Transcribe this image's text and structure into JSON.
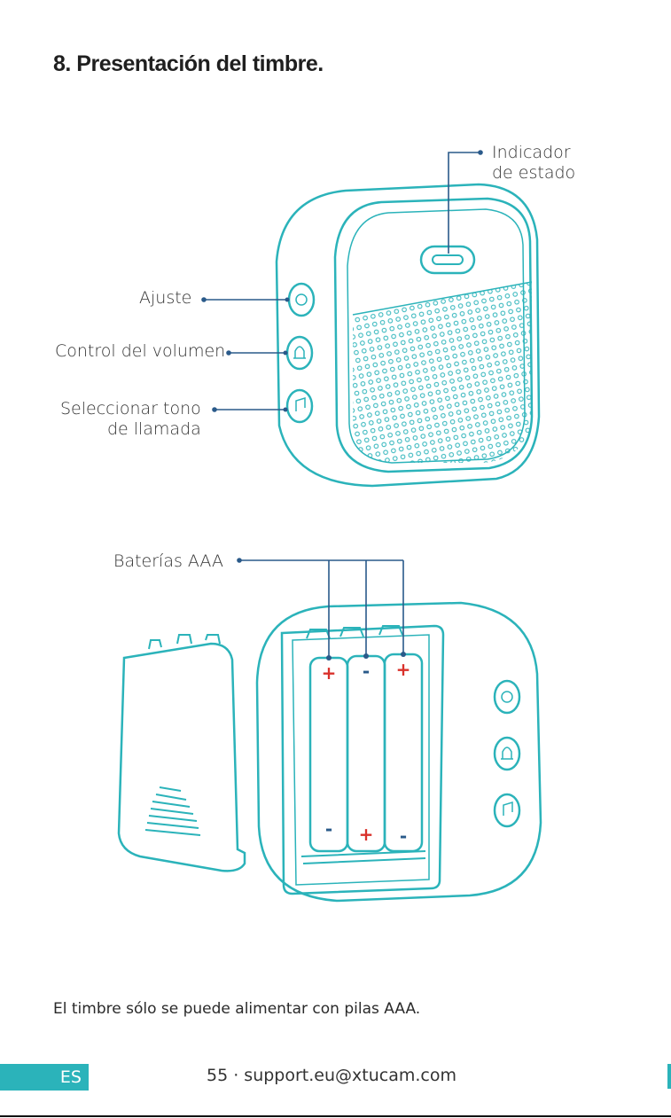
{
  "heading": "8. Presentación del timbre.",
  "callouts": {
    "status_indicator_line1": "Indicador",
    "status_indicator_line2": "de estado",
    "adjust": "Ajuste",
    "volume_control": "Control del volumen",
    "ringtone_line1": "Seleccionar tono",
    "ringtone_line2": "de llamada",
    "batteries": "Baterías AAA"
  },
  "battery_signs": {
    "top": [
      "+",
      "-",
      "+"
    ],
    "bottom": [
      "-",
      "+",
      "-"
    ]
  },
  "footnote": "El timbre sólo se puede alimentar con pilas AAA.",
  "footer": {
    "language_tab": "ES",
    "page_and_contact": "55 · support.eu@xtucam.com"
  },
  "colors": {
    "outline": "#2bb3ba",
    "callout_line": "#2a5a8a",
    "plus_sign": "#d9312b",
    "minus_sign": "#2a5a8a"
  }
}
